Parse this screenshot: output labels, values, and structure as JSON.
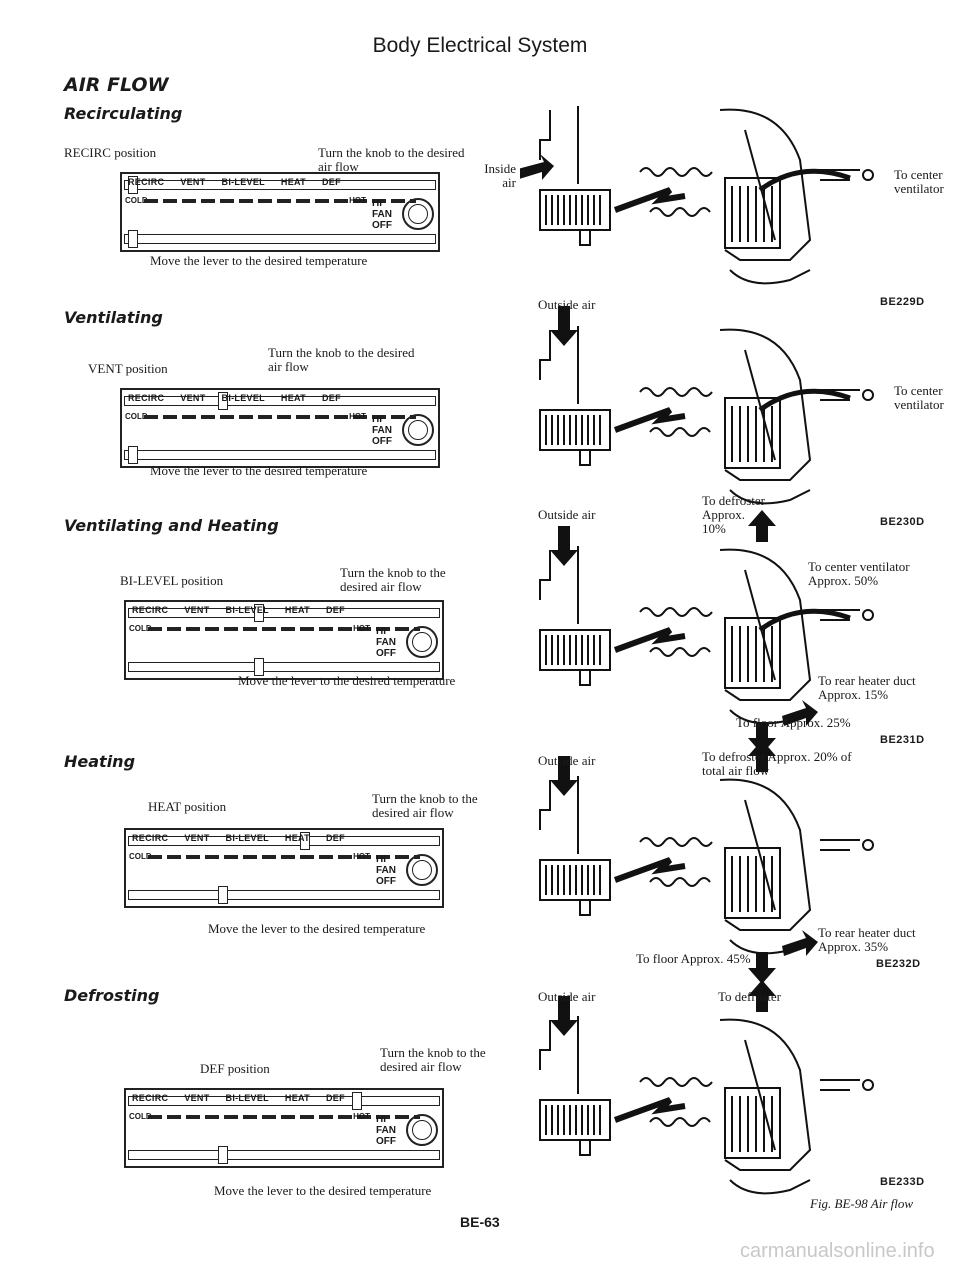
{
  "page": {
    "header": "Body Electrical System",
    "page_number": "BE-63",
    "figure_caption": "Fig. BE-98 Air flow",
    "watermark": "carmanualsonline.info"
  },
  "section": {
    "title": "AIR FLOW"
  },
  "modes": [
    {
      "heading": "Recirculating",
      "position_label": "RECIRC position",
      "knob_note": "Turn the knob to the desired air flow",
      "lever_note": "Move the lever to the desired temperature",
      "figure_code": "BE229D",
      "diagram_labels": {
        "inlet": "Inside air",
        "center": "To center ventilator"
      }
    },
    {
      "heading": "Ventilating",
      "position_label": "VENT position",
      "knob_note": "Turn the knob to the desired air flow",
      "lever_note": "Move the lever to the desired temperature",
      "figure_code": "BE230D",
      "diagram_labels": {
        "inlet": "Outside air",
        "center": "To center ventilator"
      }
    },
    {
      "heading": "Ventilating and Heating",
      "position_label": "BI-LEVEL position",
      "knob_note": "Turn the knob to the desired air flow",
      "lever_note": "Move the lever to the desired temperature",
      "figure_code": "BE231D",
      "diagram_labels": {
        "inlet": "Outside air",
        "defroster": "To defroster Approx. 10%",
        "center": "To center ventilator Approx. 50%",
        "rear": "To rear heater duct Approx. 15%",
        "floor": "To floor Approx. 25%"
      }
    },
    {
      "heading": "Heating",
      "position_label": "HEAT position",
      "knob_note": "Turn the knob to the desired air flow",
      "lever_note": "Move the lever to the desired temperature",
      "figure_code": "BE232D",
      "diagram_labels": {
        "inlet": "Outside air",
        "defroster": "To defroster Approx. 20% of total air flow",
        "rear": "To rear heater duct Approx. 35%",
        "floor": "To floor Approx. 45%"
      }
    },
    {
      "heading": "Defrosting",
      "position_label": "DEF position",
      "knob_note": "Turn the knob to the desired air flow",
      "lever_note": "Move the lever to the desired temperature",
      "figure_code": "BE233D",
      "diagram_labels": {
        "inlet": "Outside air",
        "defroster": "To defroster"
      }
    }
  ],
  "panel": {
    "labels": [
      "RECIRC",
      "VENT",
      "BI-LEVEL",
      "HEAT",
      "DEF"
    ],
    "cold": "COLD",
    "hot": "HOT",
    "fan": [
      "HI",
      "FAN",
      "OFF"
    ]
  }
}
